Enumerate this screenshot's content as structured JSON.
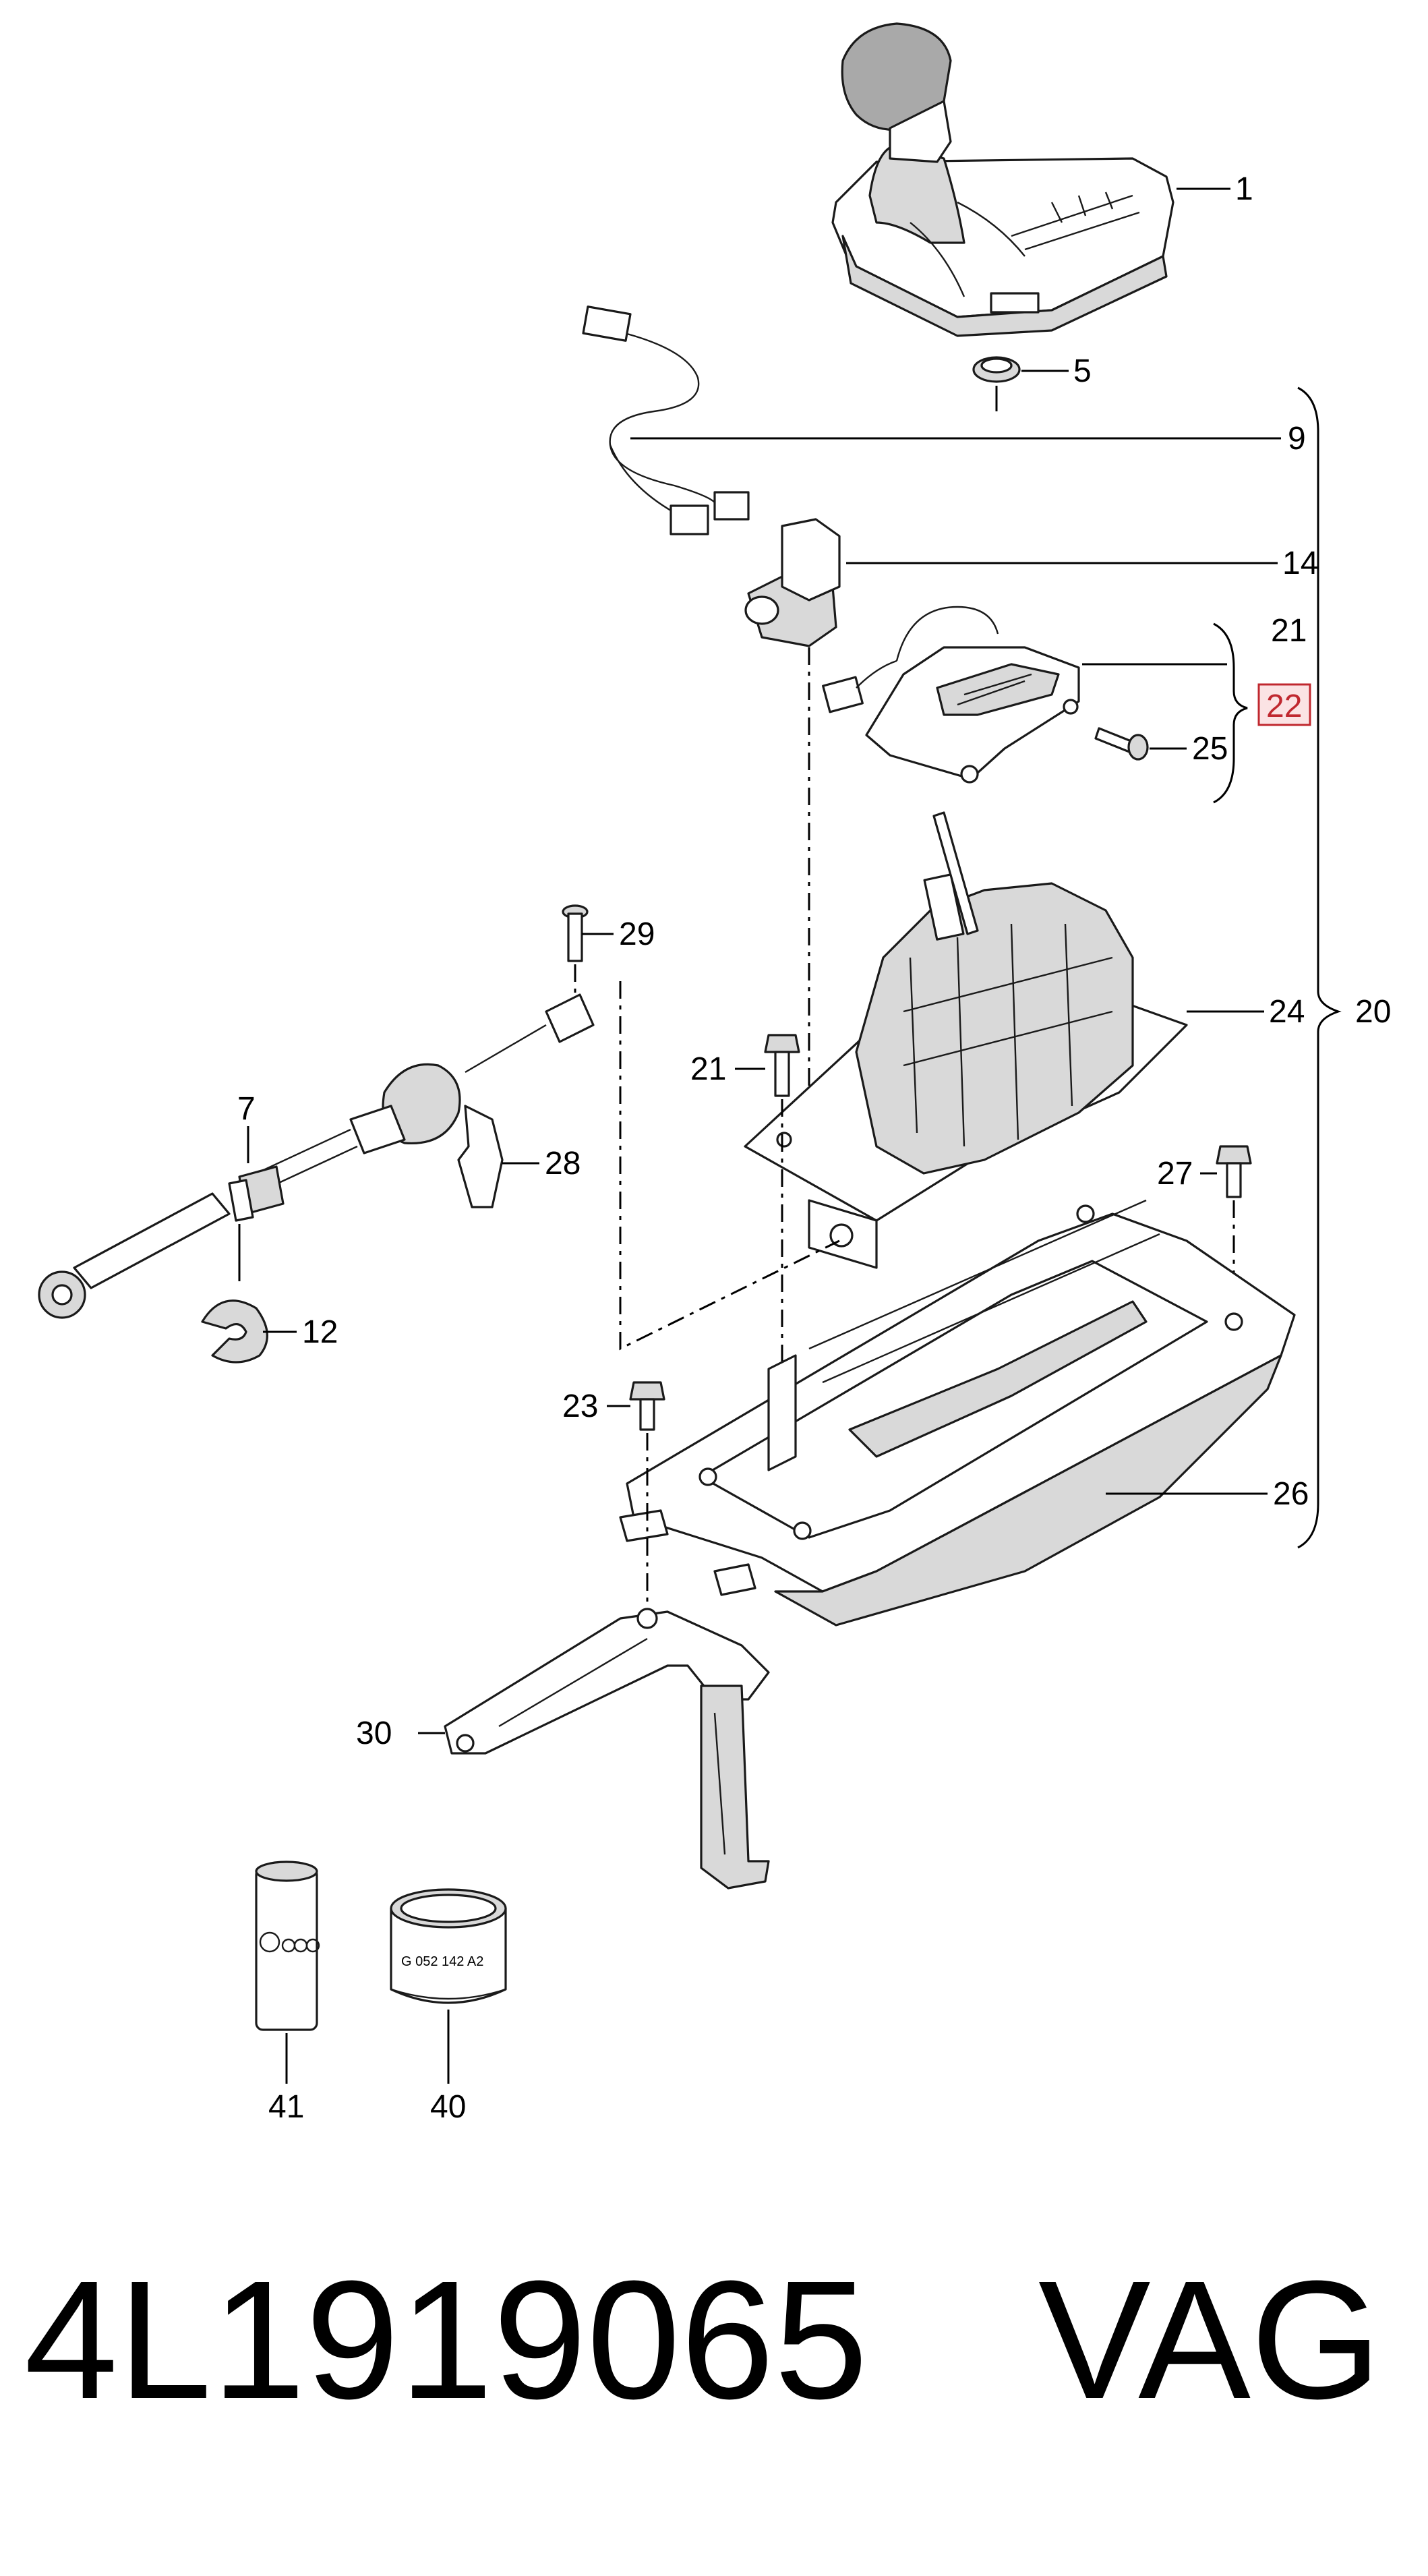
{
  "diagram": {
    "callouts": {
      "c1": "1",
      "c5": "5",
      "c9": "9",
      "c14": "14",
      "c21_top": "21",
      "c22": "22",
      "c25": "25",
      "c24": "24",
      "c20": "20",
      "c29": "29",
      "c7": "7",
      "c28": "28",
      "c21_bolt": "21",
      "c27": "27",
      "c12": "12",
      "c23": "23",
      "c26": "26",
      "c30": "30",
      "c41": "41",
      "c40": "40"
    },
    "highlighted_callout": "22",
    "highlight_color": "#c0282f",
    "highlight_fill": "#fbe3e4",
    "part_markings": {
      "can_label": "G 052 142 A2"
    }
  },
  "footer": {
    "part_number": "4L1919065",
    "brand": "VAG"
  }
}
